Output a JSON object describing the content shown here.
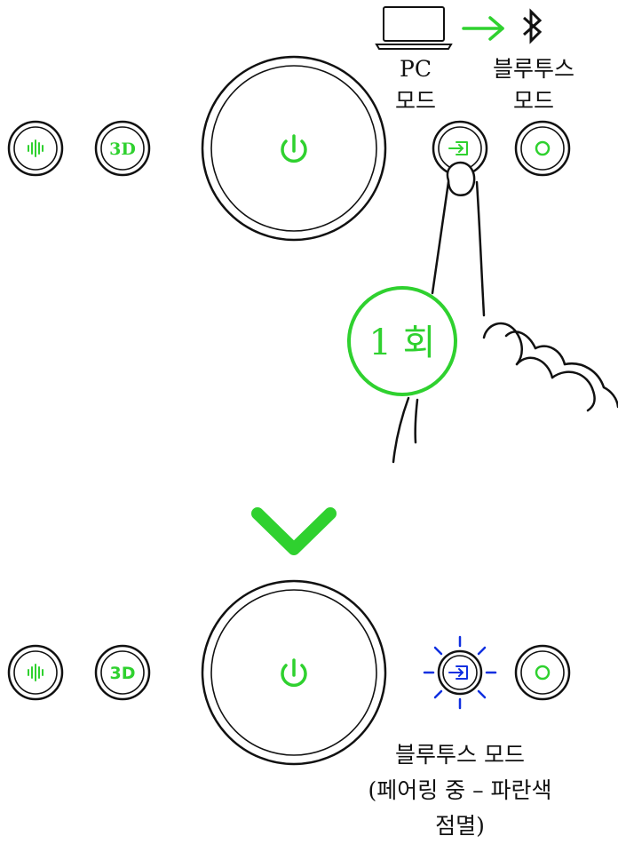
{
  "colors": {
    "accent_green": "#2fd12f",
    "blink_blue": "#1030e0",
    "outline": "#111111",
    "background": "#ffffff"
  },
  "top_panel": {
    "pc_mode_label_line1": "PC",
    "pc_mode_label_line2": "모드",
    "bt_mode_label_line1": "블루투스",
    "bt_mode_label_line2": "모드",
    "press_count_label": "1 회",
    "buttons": [
      {
        "name": "vibration-button",
        "icon": "sound-wave-icon"
      },
      {
        "name": "3d-button",
        "icon_text": "3D"
      },
      {
        "name": "power-button",
        "icon": "power-icon"
      },
      {
        "name": "source-button",
        "icon": "input-source-icon"
      },
      {
        "name": "circle-button",
        "icon": "circle-icon"
      }
    ]
  },
  "arrow": {
    "icon": "chevron-down-icon"
  },
  "bottom_panel": {
    "status_line1": "블루투스 모드",
    "status_line2": "(페어링 중 – 파란색",
    "status_line3": "점멸)",
    "source_button_state": "blinking-blue"
  }
}
